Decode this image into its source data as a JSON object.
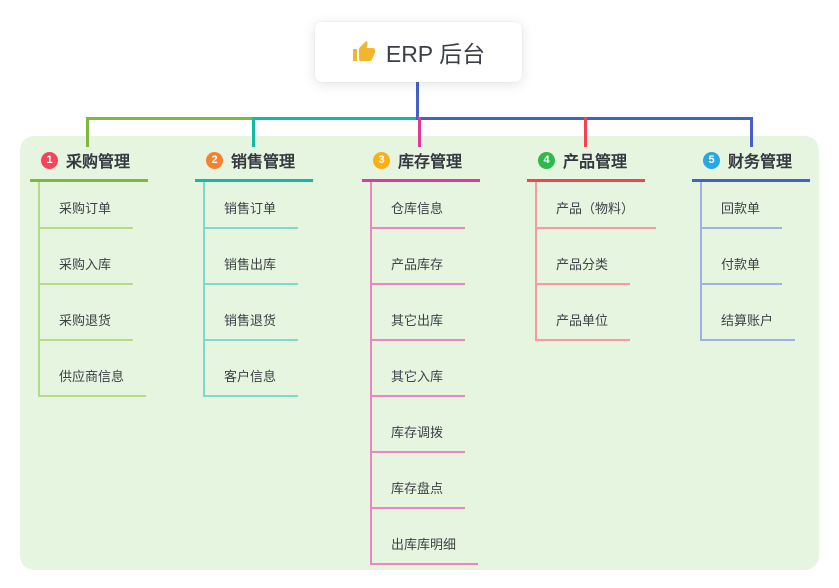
{
  "root": {
    "label": "ERP 后台",
    "icon": "thumbs-up-icon",
    "icon_color": "#f2b62c"
  },
  "panel_color": "#e6f5e0",
  "connector_color": "#4560c8",
  "branches": [
    {
      "number": "1",
      "label": "采购管理",
      "badge_color": "#f5455c",
      "line_color": "#7cb93e",
      "child_line_color": "#b5da8a",
      "children": [
        "采购订单",
        "采购入库",
        "采购退货",
        "供应商信息"
      ]
    },
    {
      "number": "2",
      "label": "销售管理",
      "badge_color": "#f8812e",
      "line_color": "#13b9a7",
      "child_line_color": "#82d8cc",
      "children": [
        "销售订单",
        "销售出库",
        "销售退货",
        "客户信息"
      ]
    },
    {
      "number": "3",
      "label": "库存管理",
      "badge_color": "#f9b016",
      "line_color": "#de3a9d",
      "child_line_color": "#f084c2",
      "children": [
        "仓库信息",
        "产品库存",
        "其它出库",
        "其它入库",
        "库存调拨",
        "库存盘点",
        "出库库明细"
      ]
    },
    {
      "number": "4",
      "label": "产品管理",
      "badge_color": "#2eb84e",
      "line_color": "#f5424f",
      "child_line_color": "#f89ba1",
      "children": [
        "产品（物料）",
        "产品分类",
        "产品单位"
      ]
    },
    {
      "number": "5",
      "label": "财务管理",
      "badge_color": "#29a7e0",
      "line_color": "#4560c8",
      "child_line_color": "#9db1e3",
      "children": [
        "回款单",
        "付款单",
        "结算账户"
      ]
    }
  ]
}
